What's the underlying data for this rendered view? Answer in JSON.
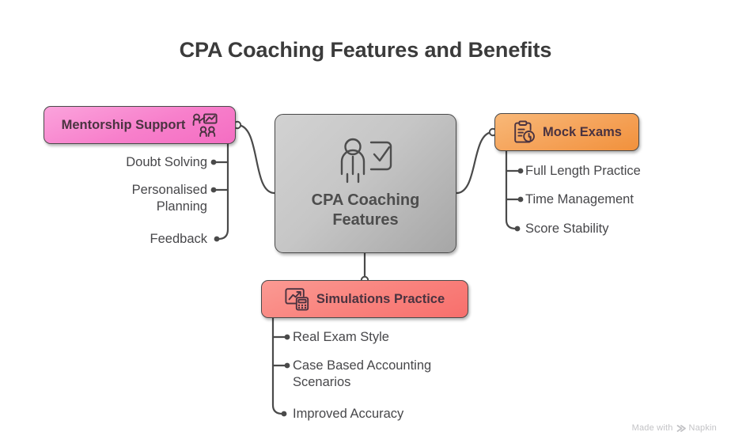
{
  "title": "CPA Coaching Features and Benefits",
  "center": {
    "label": "CPA Coaching Features",
    "icon": "person-checklist-icon",
    "color": "#bfbfbf"
  },
  "branches": [
    {
      "id": "mentorship",
      "label": "Mentorship Support",
      "icon": "presentation-teaching-icon",
      "color": "#f77fcb",
      "position": "left",
      "items": [
        "Doubt Solving",
        "Personalised Planning",
        "Feedback"
      ]
    },
    {
      "id": "mock-exams",
      "label": "Mock Exams",
      "icon": "clipboard-clock-icon",
      "color": "#f5a258",
      "position": "right",
      "items": [
        "Full Length Practice",
        "Time Management",
        "Score Stability"
      ]
    },
    {
      "id": "simulations",
      "label": "Simulations Practice",
      "icon": "chart-calculator-icon",
      "color": "#f9817c",
      "position": "bottom",
      "items": [
        "Real Exam Style",
        "Case Based Accounting Scenarios",
        "Improved Accuracy"
      ]
    }
  ],
  "watermark": {
    "text_before": "Made with",
    "brand": "Napkin",
    "icon": "napkin-chevrons-icon"
  },
  "colors": {
    "text": "#47474a",
    "title": "#3b3b3b",
    "stroke": "#4a4a4a",
    "background": "#ffffff"
  }
}
